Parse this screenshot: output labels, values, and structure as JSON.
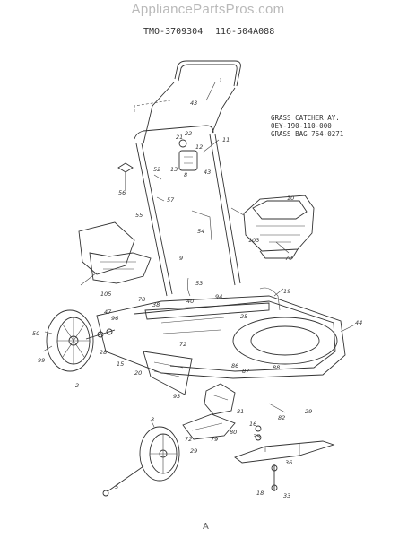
{
  "watermark": "AppliancePartsPros.com",
  "model_numbers": [
    "TMO-3709304",
    "116-504A088"
  ],
  "grass_catcher": {
    "line1": "GRASS CATCHER AY.",
    "line2": "OEY-190-110-000",
    "line3": "GRASS BAG 764-0271"
  },
  "footer": "A",
  "callouts": [
    {
      "id": "c1",
      "label": "1"
    },
    {
      "id": "c43a",
      "label": "43"
    },
    {
      "id": "c22",
      "label": "22"
    },
    {
      "id": "c21",
      "label": "21"
    },
    {
      "id": "c12",
      "label": "12"
    },
    {
      "id": "c11",
      "label": "11"
    },
    {
      "id": "c52",
      "label": "52"
    },
    {
      "id": "c13",
      "label": "13"
    },
    {
      "id": "c8",
      "label": "8"
    },
    {
      "id": "c43b",
      "label": "43"
    },
    {
      "id": "c56",
      "label": "56"
    },
    {
      "id": "c57",
      "label": "57"
    },
    {
      "id": "c55",
      "label": "55"
    },
    {
      "id": "c10",
      "label": "10"
    },
    {
      "id": "c54",
      "label": "54"
    },
    {
      "id": "c103",
      "label": "103"
    },
    {
      "id": "c70",
      "label": "70"
    },
    {
      "id": "c9",
      "label": "9"
    },
    {
      "id": "c105",
      "label": "105"
    },
    {
      "id": "c53",
      "label": "53"
    },
    {
      "id": "c78",
      "label": "78"
    },
    {
      "id": "c38",
      "label": "38"
    },
    {
      "id": "c40",
      "label": "40"
    },
    {
      "id": "c94",
      "label": "94"
    },
    {
      "id": "c19",
      "label": "19"
    },
    {
      "id": "c47",
      "label": "47"
    },
    {
      "id": "c25",
      "label": "25"
    },
    {
      "id": "c96",
      "label": "96"
    },
    {
      "id": "c44",
      "label": "44"
    },
    {
      "id": "c50",
      "label": "50"
    },
    {
      "id": "c99",
      "label": "99"
    },
    {
      "id": "c28",
      "label": "28"
    },
    {
      "id": "c15",
      "label": "15"
    },
    {
      "id": "c20",
      "label": "20"
    },
    {
      "id": "c72a",
      "label": "72"
    },
    {
      "id": "c2",
      "label": "2"
    },
    {
      "id": "c86",
      "label": "86"
    },
    {
      "id": "c87",
      "label": "87"
    },
    {
      "id": "c88",
      "label": "88"
    },
    {
      "id": "c93",
      "label": "93"
    },
    {
      "id": "c81",
      "label": "81"
    },
    {
      "id": "c16",
      "label": "16"
    },
    {
      "id": "c35",
      "label": "35"
    },
    {
      "id": "c82",
      "label": "82"
    },
    {
      "id": "c29a",
      "label": "29"
    },
    {
      "id": "c3",
      "label": "3"
    },
    {
      "id": "c72b",
      "label": "72"
    },
    {
      "id": "c79",
      "label": "79"
    },
    {
      "id": "c80",
      "label": "80"
    },
    {
      "id": "c29b",
      "label": "29"
    },
    {
      "id": "c36",
      "label": "36"
    },
    {
      "id": "c18",
      "label": "18"
    },
    {
      "id": "c33",
      "label": "33"
    },
    {
      "id": "c5",
      "label": "5"
    }
  ]
}
